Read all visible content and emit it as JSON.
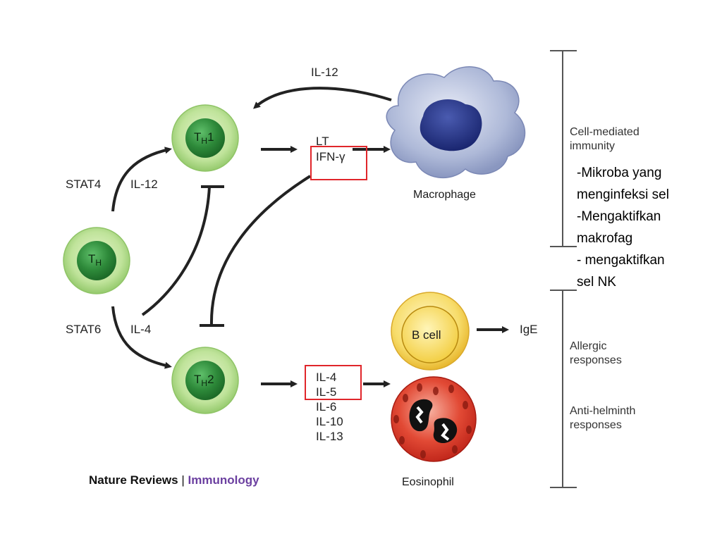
{
  "cells": {
    "th": {
      "label": "T",
      "sub": "H"
    },
    "th1": {
      "label": "T",
      "sub": "H",
      "suffix": "1"
    },
    "th2": {
      "label": "T",
      "sub": "H",
      "suffix": "2"
    },
    "macrophage": "Macrophage",
    "bcell": "B cell",
    "eosinophil": "Eosinophil"
  },
  "labels": {
    "stat4": "STAT4",
    "il12_left": "IL-12",
    "stat6": "STAT6",
    "il4_left": "IL-4",
    "il12_top": "IL-12",
    "lt": "LT",
    "ifng": "IFN-γ",
    "ige": "IgE",
    "th2_cytokines": [
      "IL-4",
      "IL-5",
      "IL-6",
      "IL-10",
      "IL-13"
    ]
  },
  "responses": {
    "cell_mediated": [
      "Cell-mediated",
      "immunity"
    ],
    "allergic": [
      "Allergic",
      "responses"
    ],
    "antihelminth": [
      "Anti-helminth",
      "responses"
    ]
  },
  "notes": [
    "-Mikroba yang",
    "menginfeksi sel",
    "-Mengaktifkan",
    "makrofag",
    "- mengaktifkan",
    "sel NK"
  ],
  "footer": {
    "brand": "Nature Reviews",
    "sep": " | ",
    "journal": "Immunology"
  },
  "colors": {
    "highlight": "#e0262b",
    "journal": "#6b3fa0",
    "arrow": "#222222"
  }
}
